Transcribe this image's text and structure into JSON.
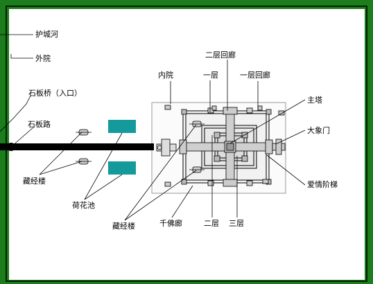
{
  "labels": {
    "moat": "护城河",
    "outer_court": "外院",
    "stone_bridge": "石板桥（入口）",
    "stone_road": "石板路",
    "library_left": "藏经楼",
    "lotus_pond": "荷花池",
    "library_bottom": "藏经楼",
    "thousand_buddha_gallery": "千佛廊",
    "level_two_bottom": "二层",
    "level_three": "三层",
    "love_staircase": "爱情阶梯",
    "elephant_gate": "大象门",
    "main_tower": "主塔",
    "inner_court": "内院",
    "level_one": "一层",
    "level_two_gallery": "二层回廊",
    "level_one_gallery": "一层回廊"
  },
  "colors": {
    "frame": "#1b7d1b",
    "pond": "#159a9c",
    "line": "#000000",
    "structure": "#bbbbbb",
    "courtyard_border": "#999999"
  }
}
